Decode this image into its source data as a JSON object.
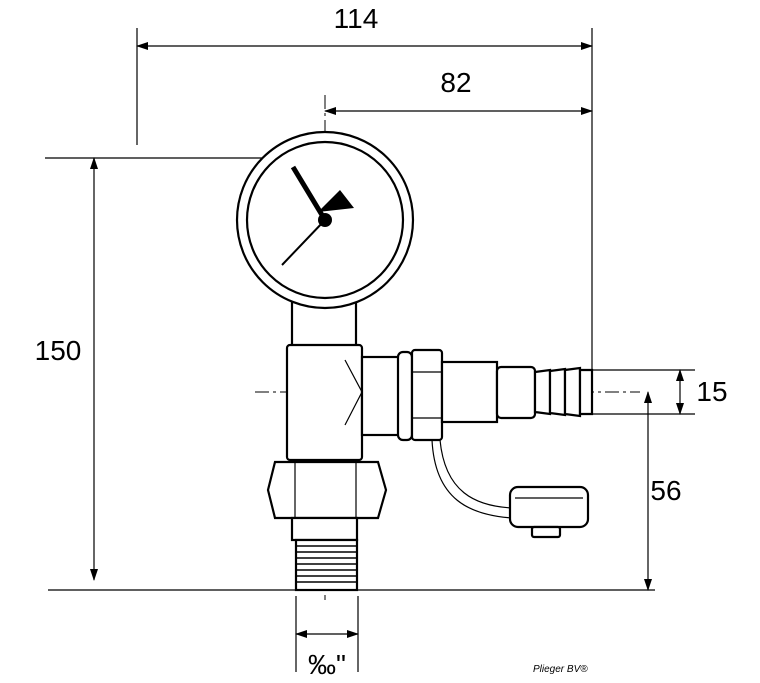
{
  "dimensions": {
    "overall_width": "114",
    "center_to_outlet": "82",
    "overall_height": "150",
    "outlet_diameter": "15",
    "outlet_height": "56",
    "thread_size": "‰\""
  },
  "credit": "Plieger BV®"
}
